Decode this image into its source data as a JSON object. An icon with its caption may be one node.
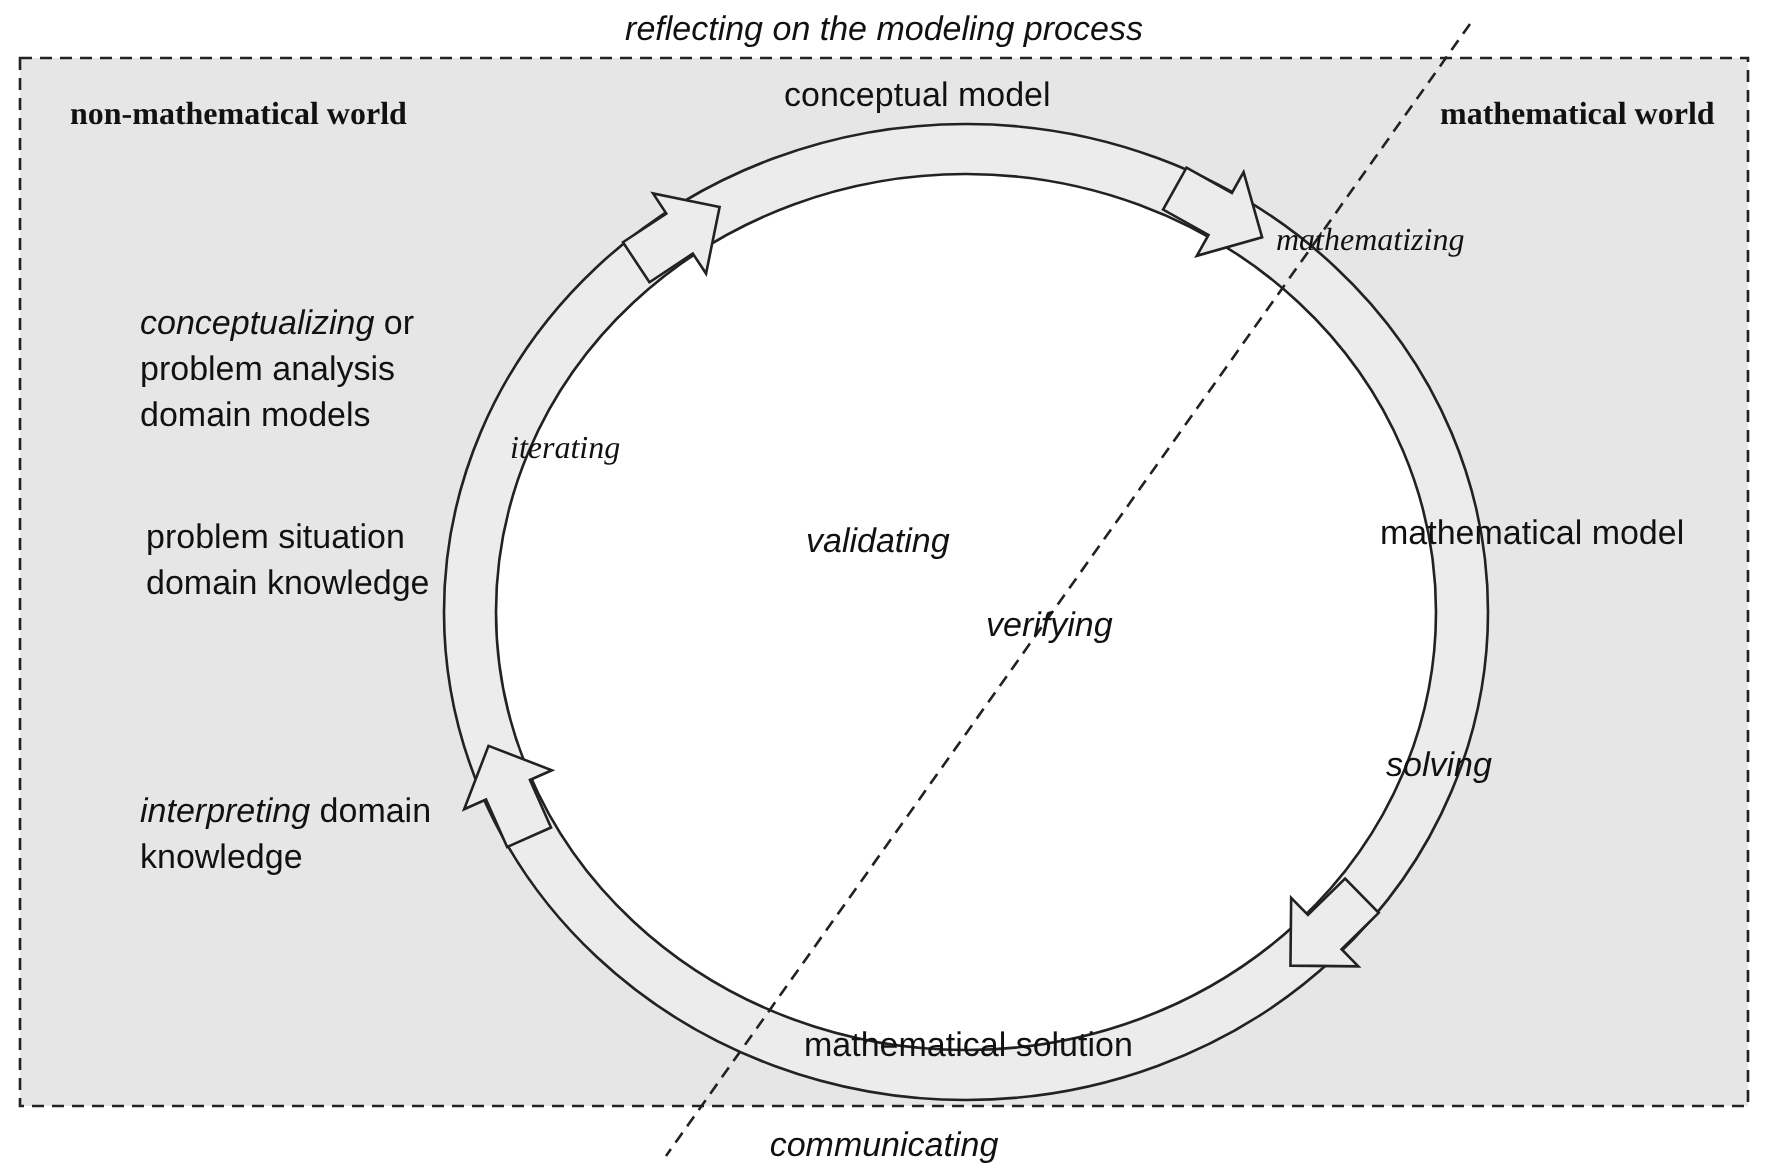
{
  "diagram": {
    "labels": [
      "reflecting on the modeling process",
      "non-mathematical world",
      "conceptual model",
      "mathematical world",
      "*conceptualizing* or problem analysis domain models",
      "mathematizing",
      "iterating",
      "validating",
      "mathematical model",
      "problem situation domain knowledge",
      "verifying",
      "solving",
      "*interpreting* domain knowledge",
      "mathematical solution",
      "communicating"
    ]
  }
}
